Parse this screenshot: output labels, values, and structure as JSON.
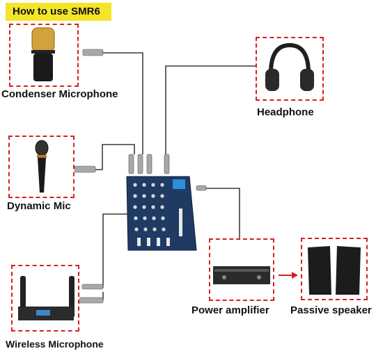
{
  "title": "How to use SMR6",
  "devices": {
    "condenser_mic": {
      "label": "Condenser Microphone",
      "icon": "condenser-microphone-icon"
    },
    "headphone": {
      "label": "Headphone",
      "icon": "headphone-icon"
    },
    "dynamic_mic": {
      "label": "Dynamic Mic",
      "icon": "dynamic-microphone-icon"
    },
    "wireless_mic": {
      "label": "Wireless Microphone",
      "icon": "wireless-microphone-icon"
    },
    "power_amp": {
      "label": "Power amplifier",
      "icon": "power-amplifier-icon"
    },
    "passive_speaker": {
      "label": "Passive speaker",
      "icon": "passive-speaker-icon"
    },
    "mixer": {
      "icon": "audio-mixer-icon"
    }
  },
  "colors": {
    "title_bg": "#f4e52a",
    "frame_border": "#d62020",
    "arrow": "#d62020",
    "wire": "#111111",
    "mixer_body": "#1f3b64"
  }
}
